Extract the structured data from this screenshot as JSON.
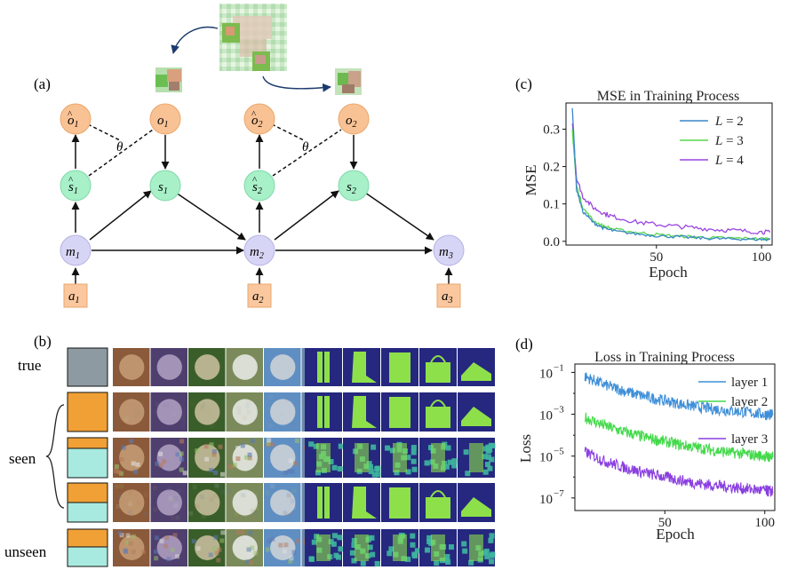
{
  "panel_labels": {
    "a": "(a)",
    "b": "(b)",
    "c": "(c)",
    "d": "(d)"
  },
  "colors": {
    "observation": "#f9c295",
    "state": "#a8f0c8",
    "memory": "#d7d5f5",
    "action": "#fac79e",
    "swatch_orange": "#f0a035",
    "swatch_cyan": "#a9eae0",
    "swatch_gray": "#8e9aa1",
    "L2": "#3a86c8",
    "L3": "#55d64a",
    "L4": "#9a45e0",
    "layer1": "#3f8fd8",
    "layer2": "#43d94a",
    "layer3": "#8a3fe0"
  },
  "graph": {
    "nodes": {
      "o1hat": {
        "base": "o",
        "sub": "1",
        "hat": true
      },
      "o1": {
        "base": "o",
        "sub": "1",
        "hat": false
      },
      "o2hat": {
        "base": "o",
        "sub": "2",
        "hat": true
      },
      "o2": {
        "base": "o",
        "sub": "2",
        "hat": false
      },
      "s1hat": {
        "base": "s",
        "sub": "1",
        "hat": true
      },
      "s1": {
        "base": "s",
        "sub": "1",
        "hat": false
      },
      "s2hat": {
        "base": "s",
        "sub": "2",
        "hat": true
      },
      "s2": {
        "base": "s",
        "sub": "2",
        "hat": false
      },
      "m1": {
        "base": "m",
        "sub": "1",
        "hat": false
      },
      "m2": {
        "base": "m",
        "sub": "2",
        "hat": false
      },
      "m3": {
        "base": "m",
        "sub": "3",
        "hat": false
      },
      "a1": {
        "base": "a",
        "sub": "1",
        "hat": false
      },
      "a2": {
        "base": "a",
        "sub": "2",
        "hat": false
      },
      "a3": {
        "base": "a",
        "sub": "3",
        "hat": false
      }
    },
    "theta_label": "θ"
  },
  "panel_b": {
    "row_labels": {
      "true": "true",
      "seen": "seen",
      "unseen": "unseen"
    }
  },
  "chart_data": [
    {
      "type": "line",
      "title": "MSE  in Training Process",
      "xlabel": "Epoch",
      "ylabel": "MSE",
      "xlim": [
        7,
        105
      ],
      "ylim": [
        -0.01,
        0.37
      ],
      "xticks": [
        50,
        100
      ],
      "yticks": [
        0.0,
        0.1,
        0.2,
        0.3
      ],
      "ytick_labels": [
        "0.0",
        "0.1",
        "0.2",
        "0.3"
      ],
      "legend_position": "top-right",
      "series": [
        {
          "name": "L = 2",
          "legend_var": "L",
          "legend_val": "2",
          "x": [
            10,
            12,
            15,
            20,
            25,
            30,
            40,
            50,
            60,
            70,
            80,
            90,
            100,
            104
          ],
          "values": [
            0.36,
            0.14,
            0.08,
            0.05,
            0.035,
            0.027,
            0.02,
            0.015,
            0.012,
            0.009,
            0.007,
            0.006,
            0.005,
            0.005
          ]
        },
        {
          "name": "L = 3",
          "legend_var": "L",
          "legend_val": "3",
          "x": [
            10,
            12,
            15,
            20,
            25,
            30,
            40,
            50,
            60,
            70,
            80,
            90,
            100,
            104
          ],
          "values": [
            0.3,
            0.15,
            0.09,
            0.055,
            0.04,
            0.032,
            0.024,
            0.018,
            0.014,
            0.011,
            0.009,
            0.008,
            0.007,
            0.007
          ]
        },
        {
          "name": "L = 4",
          "legend_var": "L",
          "legend_val": "4",
          "x": [
            10,
            12,
            15,
            20,
            25,
            30,
            40,
            50,
            60,
            70,
            80,
            90,
            100,
            104
          ],
          "values": [
            0.32,
            0.17,
            0.12,
            0.09,
            0.075,
            0.065,
            0.052,
            0.045,
            0.04,
            0.035,
            0.031,
            0.028,
            0.025,
            0.024
          ]
        }
      ]
    },
    {
      "type": "line",
      "title": "Loss in Training Process",
      "xlabel": "Epoch",
      "ylabel": "Loss",
      "yscale": "log",
      "xlim": [
        5,
        105
      ],
      "ylim_exp": [
        -7.6,
        -0.6
      ],
      "xticks": [
        50,
        100
      ],
      "yticks_exp": [
        -1,
        -3,
        -5,
        -7
      ],
      "legend_position": "right",
      "series": [
        {
          "name": "layer 1",
          "x": [
            10,
            20,
            30,
            40,
            50,
            60,
            70,
            80,
            90,
            100,
            104
          ],
          "log10_values": [
            -1.2,
            -1.6,
            -1.9,
            -2.15,
            -2.35,
            -2.55,
            -2.7,
            -2.8,
            -2.9,
            -3.0,
            -3.05
          ]
        },
        {
          "name": "layer 2",
          "x": [
            10,
            20,
            30,
            40,
            50,
            60,
            70,
            80,
            90,
            100,
            104
          ],
          "log10_values": [
            -3.15,
            -3.55,
            -3.85,
            -4.1,
            -4.3,
            -4.5,
            -4.65,
            -4.8,
            -4.9,
            -5.0,
            -5.05
          ]
        },
        {
          "name": "layer 3",
          "x": [
            10,
            20,
            30,
            40,
            50,
            60,
            70,
            80,
            90,
            100,
            104
          ],
          "log10_values": [
            -4.8,
            -5.25,
            -5.55,
            -5.8,
            -6.0,
            -6.2,
            -6.35,
            -6.45,
            -6.55,
            -6.65,
            -6.7
          ]
        }
      ]
    }
  ]
}
